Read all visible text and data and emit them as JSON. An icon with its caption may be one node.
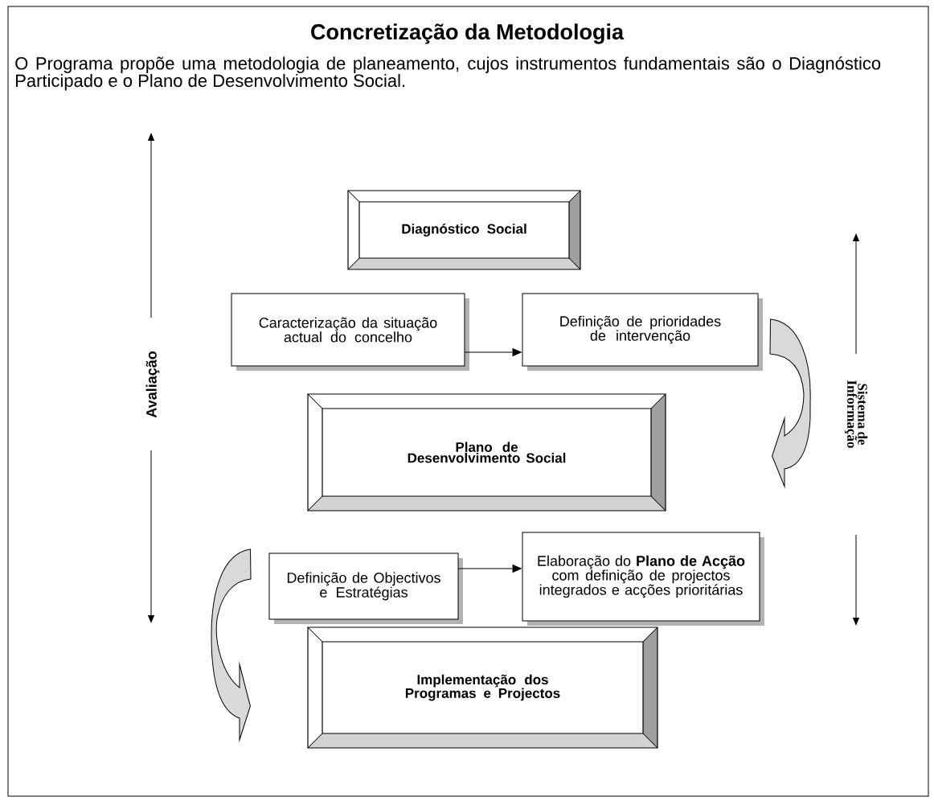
{
  "diagram": {
    "title": "Concretização da Metodologia",
    "nodes": [
      {
        "text": [
          "Diagnóstico Social"
        ]
      },
      {
        "text": [
          "Caracterização da situação actual do concelho"
        ]
      },
      {
        "text": [
          "Definição de prioridades de intervenção"
        ]
      },
      {
        "text": [
          "Plano de Desenvolvimento Social"
        ]
      },
      {
        "text": [
          "Definição de Objectivos e Estratégias"
        ]
      },
      {
        "text": [
          "Elaboração do **Plano de Acção** com definição de projectos integrados e acções prioritárias"
        ]
      },
      {
        "text": [
          "Implementação dos Programas e Projectos"
        ]
      }
    ],
    "edges": [
      {
        "from": 1,
        "to": 2,
        "arrow": "to"
      },
      {
        "from": 2,
        "to": 3,
        "arrow": "to",
        "style": "thick"
      },
      {
        "from": 4,
        "to": 5,
        "arrow": "to"
      },
      {
        "from": 4,
        "to": 6,
        "arrow": "to",
        "style": "thick"
      }
    ],
    "labels": [
      "O Programa propõe uma metodologia de planeamento, cujos instrumentos fundamentais são o Diagnóstico Participado e o Plano de Desenvolvimento Social.",
      "Avaliação",
      "Sistema de Informação"
    ]
  }
}
